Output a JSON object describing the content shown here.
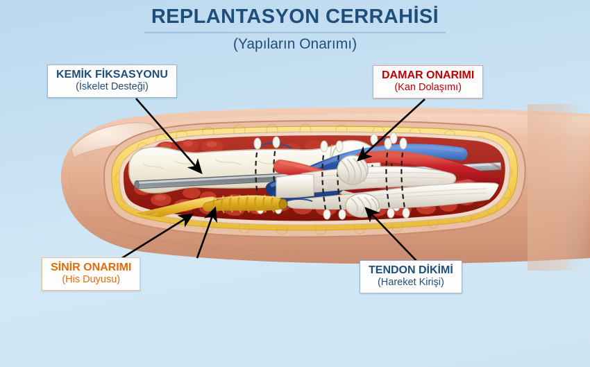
{
  "page": {
    "title": "REPLANTASYON CERRAHİSİ",
    "subtitle": "(Yapıların Onarımı)",
    "background_top_color": "#bcd9ef",
    "background_bottom_color": "#d2e8f6"
  },
  "colors": {
    "title_blue": "#1f4e79",
    "label_red": "#c00000",
    "label_orange": "#e36c0a",
    "leader_line": "#000000",
    "bone_ivory": "#f4efe2",
    "artery_red": "#c0202a",
    "vein_blue": "#2a56a8",
    "nerve_yellow": "#e8b528",
    "tendon_white": "#f2f0ea",
    "fat_yellow": "#f6d86a",
    "muscle_red": "#a82820",
    "skin_pink": "#e8b79b",
    "metal_pin": "#8c9298"
  },
  "callouts": [
    {
      "id": "bone",
      "title": "KEMİK FİKSASYONU",
      "subtitle": "(İskelet Desteği)",
      "color": "#1f4e79",
      "points_to": "intramedullary-pin-in-phalanx-bone"
    },
    {
      "id": "vessel",
      "title": "DAMAR ONARIMI",
      "subtitle": "(Kan Dolaşımı)",
      "color": "#c00000",
      "points_to": "sutured-artery-and-vein-anastomosis"
    },
    {
      "id": "nerve",
      "title": "SİNİR ONARIMI",
      "subtitle": "(His Duyusu)",
      "color": "#e36c0a",
      "points_to": "coapted-digital-nerve"
    },
    {
      "id": "tendon",
      "title": "TENDON DİKİMİ",
      "subtitle": "(Hareket Kirişi)",
      "color": "#1f4e79",
      "points_to": "flexor-tendon-suture-knot"
    }
  ],
  "illustration": {
    "name": "amputated-fingertip-replantation-cross-section",
    "structures": [
      "fingertip-with-nail",
      "skin-layer",
      "subcutaneous-fat-layer",
      "muscle-soft-tissue",
      "phalanx-bone",
      "intramedullary-metal-pin",
      "cerclage-sutures",
      "digital-nerve",
      "nerve-repair-sutures",
      "artery",
      "vein",
      "flexor-tendon",
      "tendon-repair-knots"
    ]
  }
}
